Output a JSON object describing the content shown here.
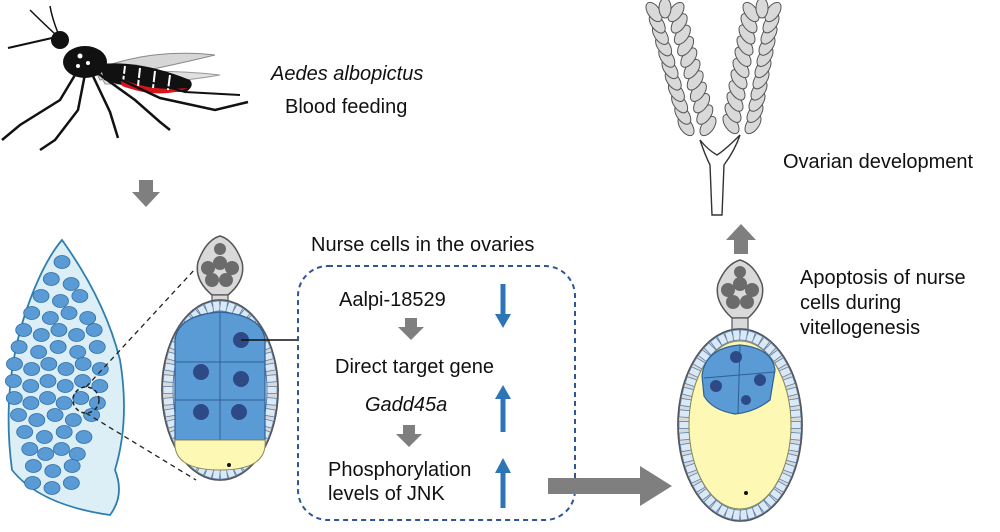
{
  "labels": {
    "species": "Aedes albopictus",
    "feeding": "Blood feeding",
    "nurse_cells": "Nurse cells in the ovaries",
    "mirna": "Aalpi-18529",
    "target": "Direct target gene",
    "gene": "Gadd45a",
    "phospho_line1": "Phosphorylation",
    "phospho_line2": "levels of JNK",
    "apoptosis_line1": "Apoptosis of nurse",
    "apoptosis_line2": "cells during",
    "apoptosis_line3": "vitellogenesis",
    "ovarian": "Ovarian development"
  },
  "regulation": [
    {
      "item": "Aalpi-18529",
      "direction": "down"
    },
    {
      "item": "Gadd45a",
      "direction": "up"
    },
    {
      "item": "Phosphorylation levels of JNK",
      "direction": "up"
    }
  ],
  "colors": {
    "cell_blue": "#5b9bd5",
    "nucleus": "#2e4a86",
    "yolk": "#fdf8b4",
    "arrow_gray": "#7f7f7f",
    "reg_arrow": "#2e75b6",
    "box_border": "#2e5597",
    "ovary_fill": "#dceef6"
  }
}
